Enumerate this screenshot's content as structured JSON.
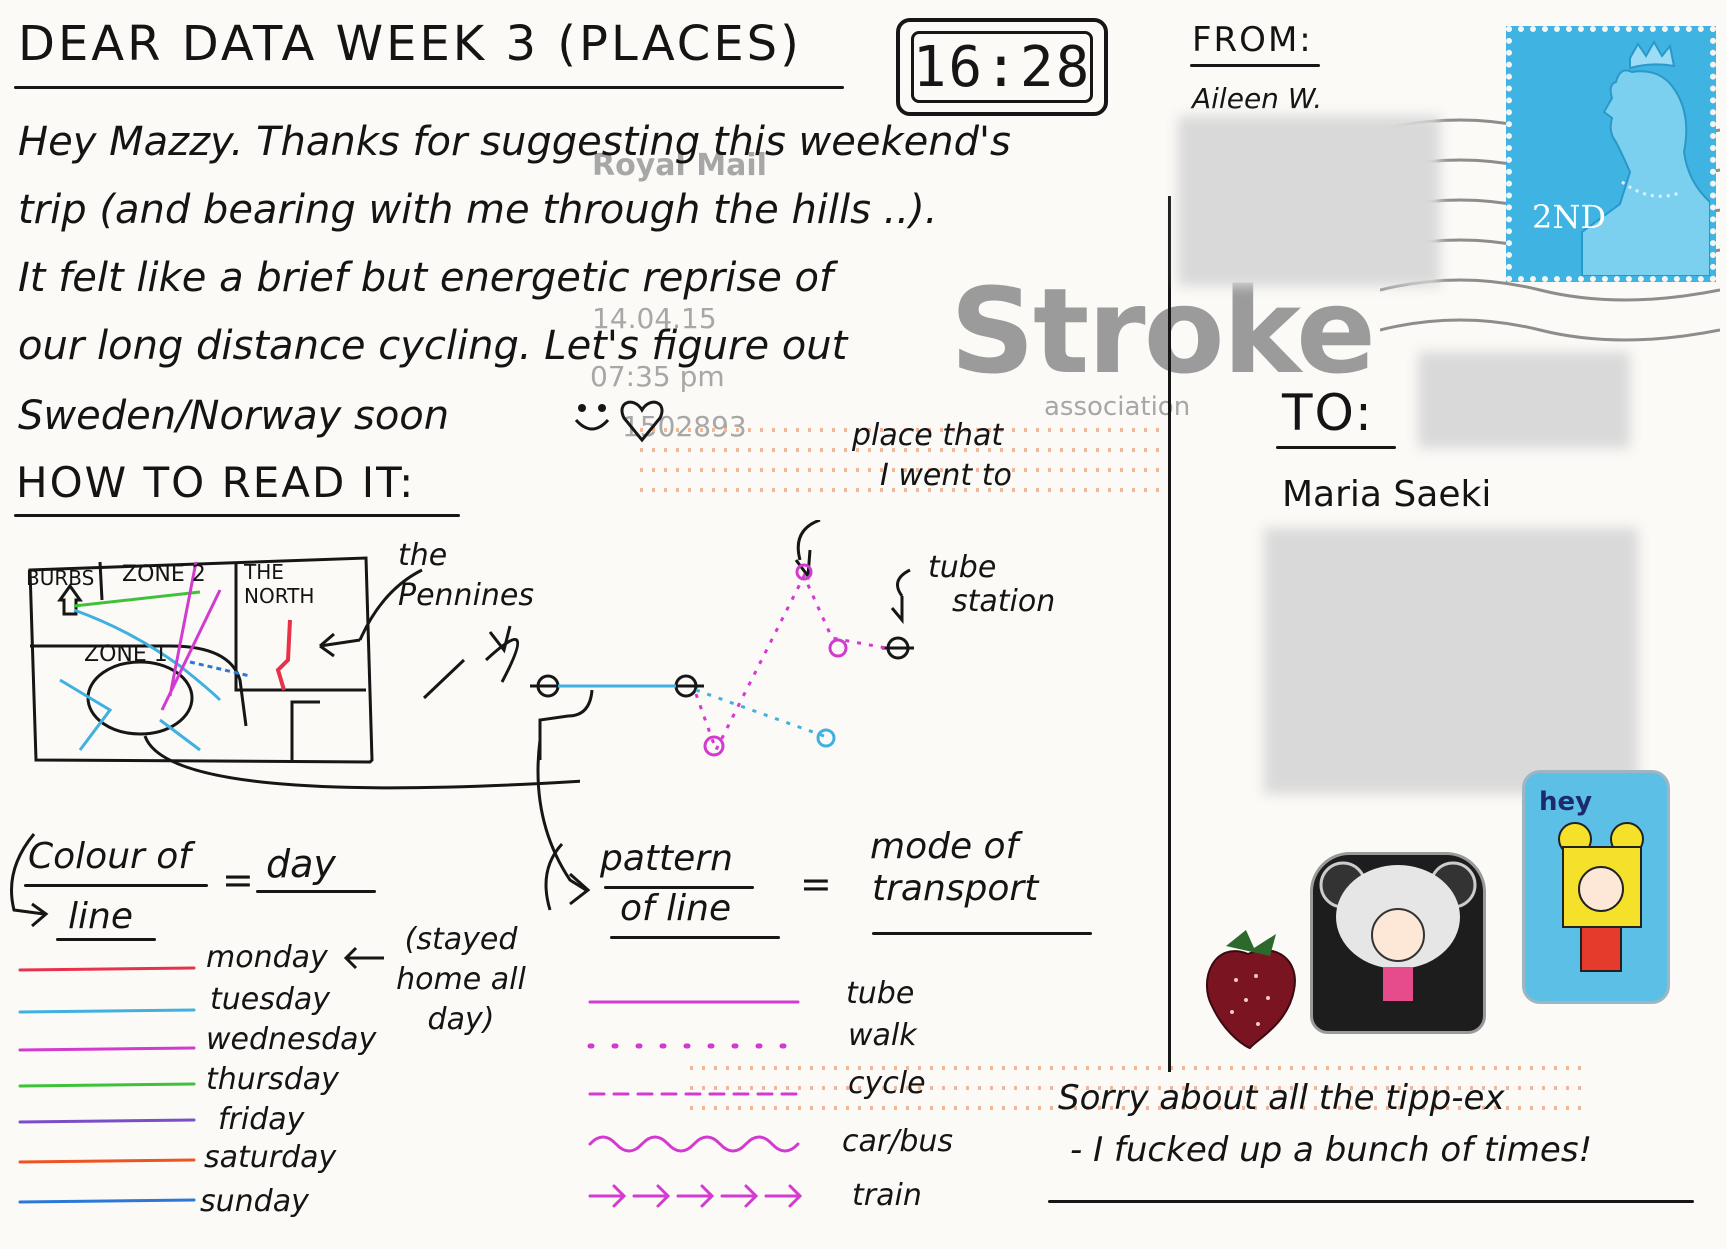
{
  "header": {
    "title": "DEAR DATA WEEK 3 (PLACES)",
    "clock": "16:28"
  },
  "message": {
    "lines": [
      "Hey Mazzy. Thanks for suggesting this weekend's",
      "trip (and bearing with me through the hills ..).",
      "It felt like a brief but energetic reprise of",
      "our long distance cycling. Let's figure out",
      "Sweden/Norway soon"
    ]
  },
  "postmark": {
    "brand": "Stroke",
    "sub": "association",
    "royal_mail": "Royal Mail",
    "date": "14.04.15",
    "time": "07:35 pm",
    "number": "1502893"
  },
  "how_to": {
    "heading": "HOW TO READ IT:",
    "map": {
      "burbs": "BURBS",
      "zone2": "ZONE 2",
      "north": "THE NORTH",
      "zone1": "ZONE 1"
    },
    "pennines": "the Pennines",
    "place_label_1": "place that",
    "place_label_2": "I went to",
    "tube_label_1": "tube",
    "tube_label_2": "station"
  },
  "colour_key": {
    "heading_a": "Colour of",
    "heading_b": "line",
    "equals": "=",
    "heading_c": "day",
    "note": "(stayed home all day)",
    "days": [
      {
        "label": "monday",
        "color": "#e8324a"
      },
      {
        "label": "tuesday",
        "color": "#3fb0e0"
      },
      {
        "label": "wednesday",
        "color": "#d23ad0"
      },
      {
        "label": "thursday",
        "color": "#3fc23a"
      },
      {
        "label": "friday",
        "color": "#7a4ec8"
      },
      {
        "label": "saturday",
        "color": "#ee5420"
      },
      {
        "label": "sunday",
        "color": "#2b78d8"
      }
    ]
  },
  "pattern_key": {
    "heading_a": "pattern",
    "heading_b": "of line",
    "equals": "=",
    "heading_c": "mode of",
    "heading_d": "transport",
    "modes": [
      "tube",
      "walk",
      "cycle",
      "car/bus",
      "train"
    ]
  },
  "address": {
    "from_label": "FROM:",
    "from_name": "Aileen W.",
    "to_label": "TO:",
    "to_name": "Maria Saeki",
    "stamp_class": "2ND"
  },
  "stickers": {
    "hey": "hey"
  },
  "footer": {
    "line1": "Sorry about all the tipp-ex",
    "line2": "- I fucked up a bunch of times!"
  }
}
